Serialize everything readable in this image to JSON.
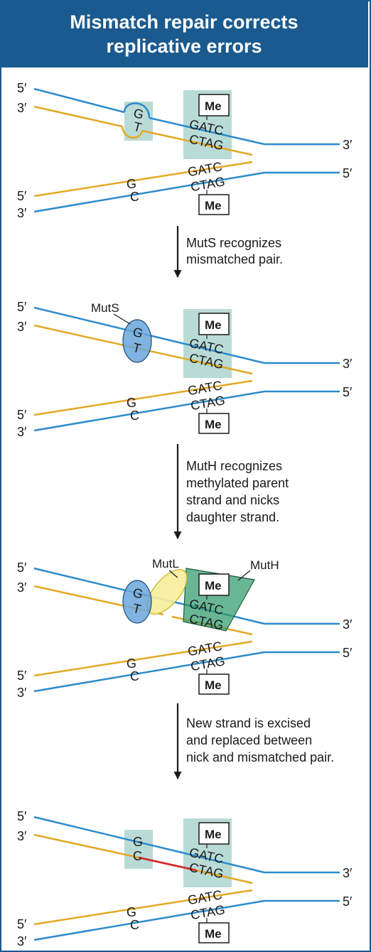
{
  "title": {
    "line1": "Mismatch repair corrects",
    "line2": "replicative errors"
  },
  "colors": {
    "header": "#1a5a8e",
    "parent_strand": "#2b8bcb",
    "daughter_strand": "#e3a823",
    "highlight": "#b9dbd6",
    "repair": "#d62b2b",
    "muts": "#6aa6d9",
    "mutl": "#f6ee9a",
    "muth": "#2f9a6b"
  },
  "strand_ends": {
    "five_prime": "5′",
    "three_prime": "3′"
  },
  "bases": {
    "g": "G",
    "t": "T",
    "c": "C"
  },
  "gatc": {
    "top": "GATC",
    "bottom": "CTAG"
  },
  "methyl": "Me",
  "proteins": {
    "muts": "MutS",
    "mutl": "MutL",
    "muth": "MutH"
  },
  "steps": [
    {
      "lines": [
        "MutS recognizes",
        "mismatched pair."
      ]
    },
    {
      "lines": [
        "MutH recognizes",
        "methylated parent",
        "strand and nicks",
        "daughter strand."
      ]
    },
    {
      "lines": [
        "New strand is excised",
        "and replaced between",
        "nick and mismatched pair."
      ]
    }
  ]
}
